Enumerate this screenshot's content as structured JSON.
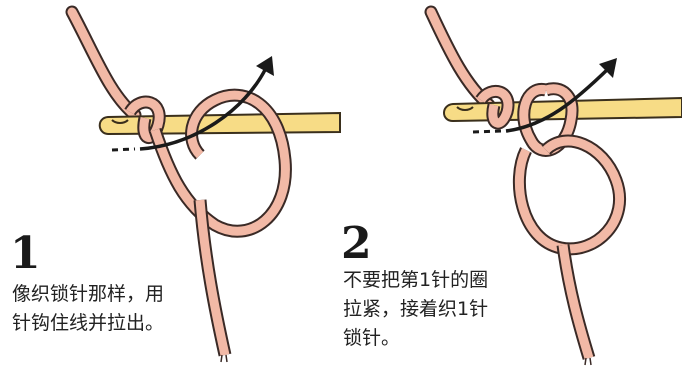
{
  "steps": [
    {
      "number": "1",
      "caption_lines": [
        "像织锁针那样，用",
        "针钩住线并拉出。"
      ]
    },
    {
      "number": "2",
      "caption_lines": [
        "不要把第1针的圈",
        "拉紧，接着织1针",
        "锁针。"
      ]
    }
  ],
  "colors": {
    "yarn_fill": "#f2b9a6",
    "yarn_outline": "#3a2a26",
    "hook_fill": "#f7dc86",
    "hook_outline": "#3a2f1c",
    "arrow": "#1a1a1a"
  }
}
